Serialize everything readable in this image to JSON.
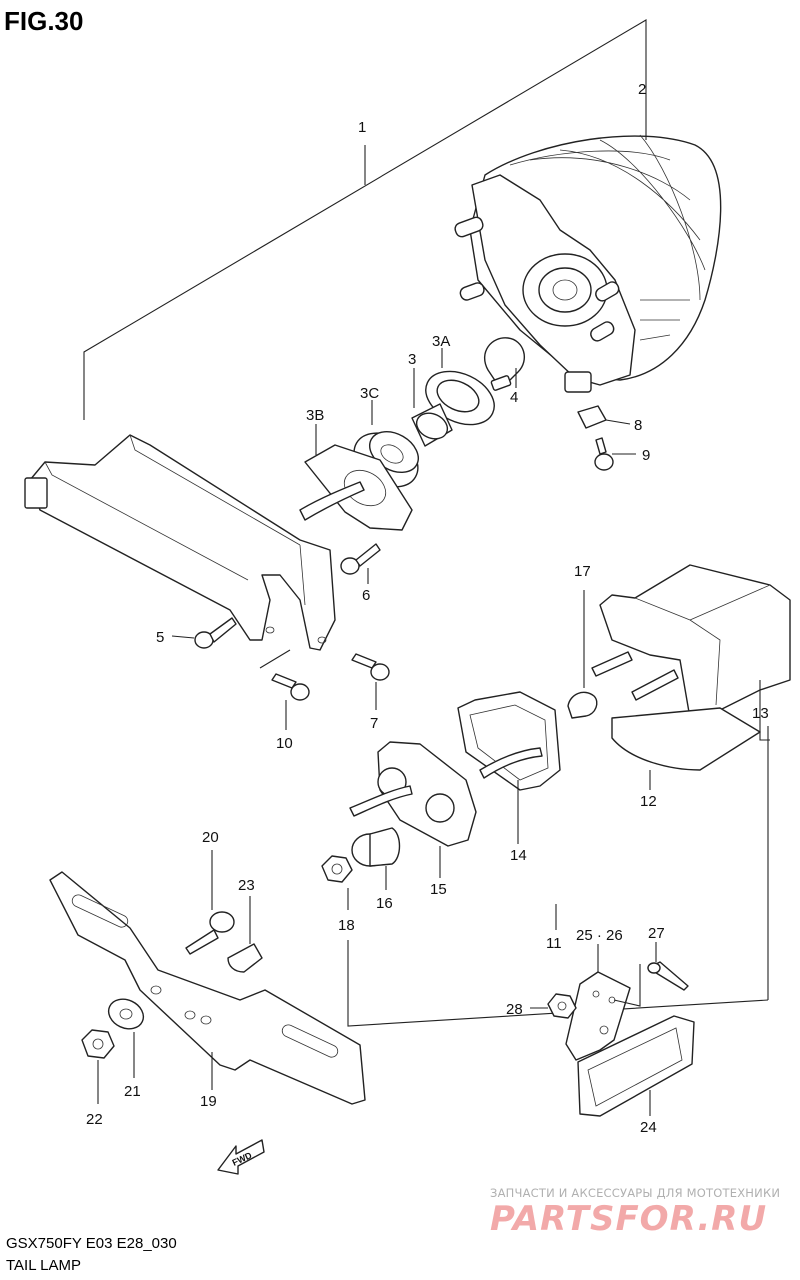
{
  "figure": {
    "title": "FIG.30",
    "model_code": "GSX750FY E03 E28_030",
    "caption": "TAIL LAMP",
    "fwd_label": "FWD"
  },
  "callouts": [
    "1",
    "2",
    "3",
    "3A",
    "3B",
    "3C",
    "4",
    "5",
    "6",
    "7",
    "8",
    "9",
    "10",
    "11",
    "12",
    "13",
    "14",
    "15",
    "16",
    "17",
    "18",
    "19",
    "20",
    "21",
    "22",
    "23",
    "24",
    "25 · 26",
    "27",
    "28"
  ],
  "watermark": {
    "tagline": "ЗАПЧАСТИ И АКСЕССУАРЫ ДЛЯ МОТОТЕХНИКИ",
    "brand": "PARTSFOR.RU"
  },
  "colors": {
    "line": "#222222",
    "background": "#ffffff",
    "watermark_brand": "#f2a9a9",
    "watermark_tagline": "#b0b0b0"
  }
}
